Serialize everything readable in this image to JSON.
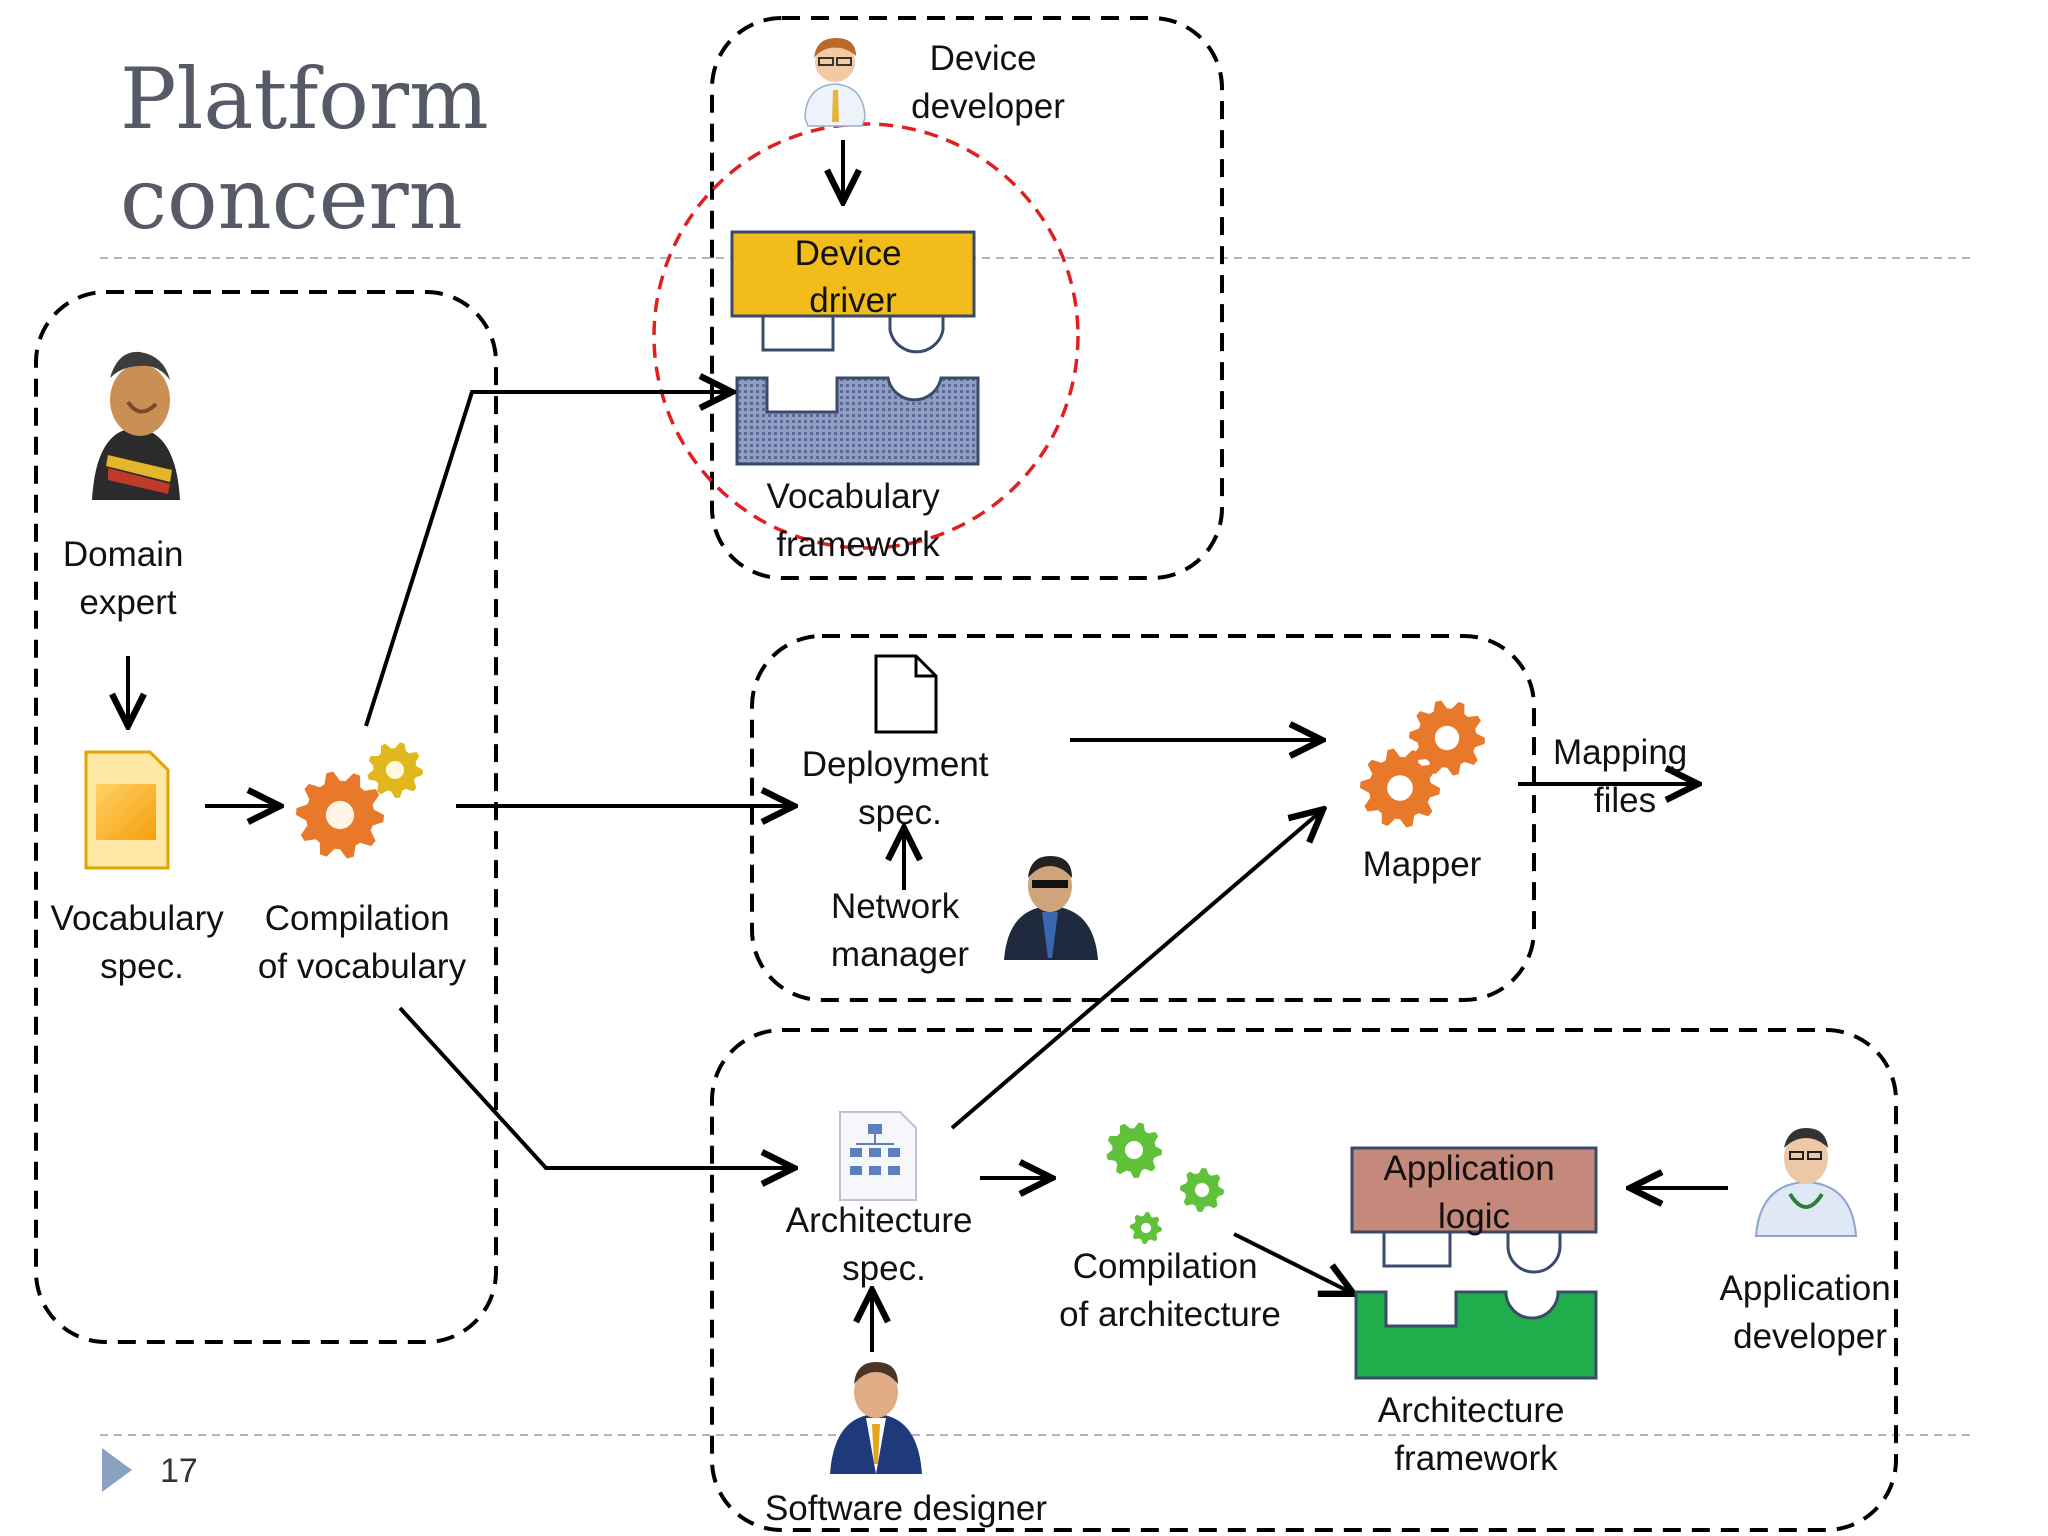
{
  "slide": {
    "title_line1": "Platform",
    "title_line2": "concern",
    "page_number": "17"
  },
  "labels": {
    "device_developer": [
      "Device",
      "developer"
    ],
    "device_driver": [
      "Device",
      "driver"
    ],
    "vocabulary_framework": [
      "Vocabulary",
      "framework"
    ],
    "domain_expert": [
      "Domain",
      "expert"
    ],
    "vocabulary_spec": [
      "Vocabulary",
      "spec."
    ],
    "compilation_of_vocabulary": [
      "Compilation",
      "of  vocabulary"
    ],
    "deployment_spec": [
      "Deployment",
      "spec."
    ],
    "network_manager": [
      "Network",
      "manager"
    ],
    "mapper": "Mapper",
    "mapping_files": [
      "Mapping",
      "files"
    ],
    "architecture_spec": [
      "Architecture",
      "spec."
    ],
    "compilation_of_architecture": [
      "Compilation",
      "of architecture"
    ],
    "application_logic": [
      "Application",
      "logic"
    ],
    "architecture_framework": [
      "Architecture",
      "framework"
    ],
    "application_developer": [
      "Application",
      "developer"
    ],
    "software_designer": "Software  designer"
  },
  "colors": {
    "device_driver_fill": "#f2bc1b",
    "vocabulary_framework_fill": "#8f9fc3",
    "application_logic_fill": "#c4897a",
    "architecture_framework_fill": "#1fae4b",
    "gear_orange": "#e8792b",
    "gear_green": "#5fc23a",
    "focus_circle": "#e02020",
    "title_gray": "#555a66"
  }
}
